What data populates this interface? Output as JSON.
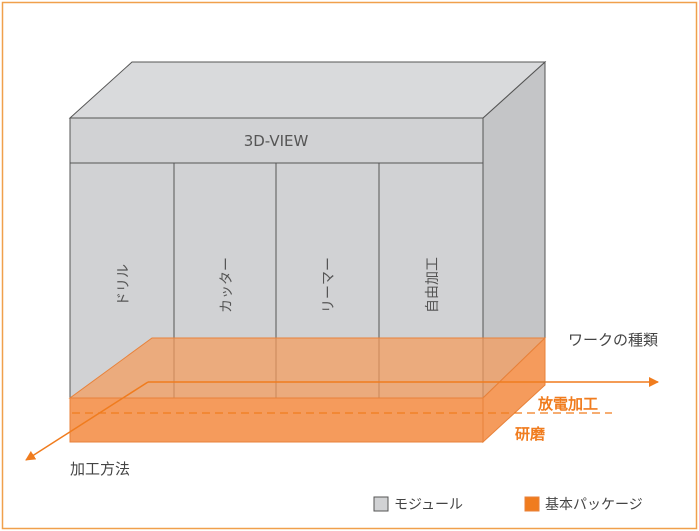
{
  "diagram": {
    "top_label": "3D-VIEW",
    "modules": [
      "ドリル",
      "カッター",
      "リーマー",
      "自由加工"
    ],
    "axis_right_label": "ワークの種類",
    "axis_left_label": "加工方法",
    "package_labels": [
      "放電加工",
      "研磨"
    ]
  },
  "legend": {
    "module_label": "モジュール",
    "package_label": "基本パッケージ"
  },
  "colors": {
    "frame": "#f0a04b",
    "module_gray": "#d1d2d4",
    "module_top_gray": "#d9dadc",
    "module_side_gray": "#c4c5c7",
    "outline": "#555555",
    "package_orange": "#f59b5c",
    "package_dark": "#e8823a",
    "accent": "#f07c1e",
    "text_gray": "#555555"
  }
}
